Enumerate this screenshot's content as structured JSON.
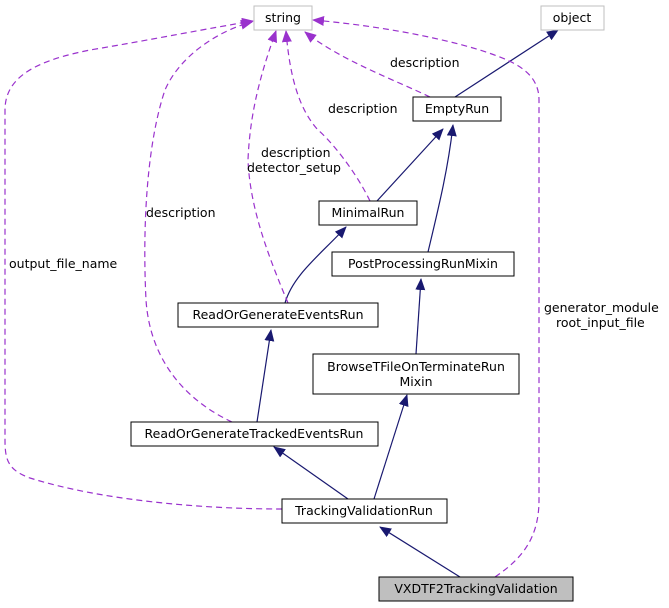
{
  "nodes": {
    "string": "string",
    "object": "object",
    "empty_run": "EmptyRun",
    "minimal_run": "MinimalRun",
    "post_processing": "PostProcessingRunMixin",
    "read_or_generate_events": "ReadOrGenerateEventsRun",
    "browse_tfile_line1": "BrowseTFileOnTerminateRun",
    "browse_tfile_line2": "Mixin",
    "read_or_generate_tracked": "ReadOrGenerateTrackedEventsRun",
    "tracking_validation": "TrackingValidationRun",
    "vxdtf2": "VXDTF2TrackingValidation"
  },
  "edge_labels": {
    "empty_run_description": "description",
    "minimal_run_description": "description",
    "events_description": "description",
    "events_detector_setup": "detector_setup",
    "tracked_description": "description",
    "output_file_name": "output_file_name",
    "generator_module": "generator_module",
    "root_input_file": "root_input_file"
  },
  "colors": {
    "inheritance_edge": "#191970",
    "member_edge": "#9a32cd",
    "focus_fill": "#bfbfbf",
    "external_border": "#bfbfbf"
  }
}
